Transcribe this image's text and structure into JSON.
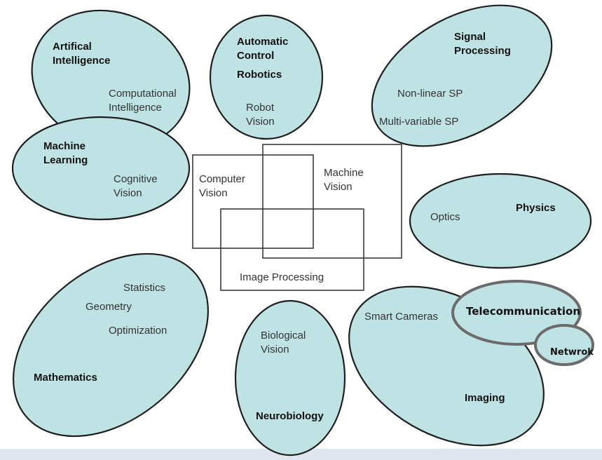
{
  "colors": {
    "ellipse_fill": "#bfe3e4",
    "background": "#ffffff",
    "bottom_strip": "#dfe6ef"
  },
  "central": {
    "computer_vision": [
      "Computer",
      "Vision"
    ],
    "machine_vision": [
      "Machine",
      "Vision"
    ],
    "image_processing": "Image Processing"
  },
  "fields": {
    "ai": {
      "title": [
        "Artifical",
        "Intelligence"
      ],
      "items": [
        "Computational",
        "Intelligence"
      ]
    },
    "control": {
      "title": [
        "Automatic",
        "Control"
      ],
      "subtitle": "Robotics",
      "items": [
        "Robot",
        "Vision"
      ]
    },
    "signal": {
      "title": [
        "Signal",
        "Processing"
      ],
      "items": [
        "Non-linear SP",
        "Multi-variable SP"
      ]
    },
    "ml": {
      "title": [
        "Machine",
        "Learning"
      ],
      "items": [
        "Cognitive",
        "Vision"
      ]
    },
    "physics": {
      "title": "Physics",
      "item": "Optics"
    },
    "math": {
      "title": "Mathematics",
      "items": [
        "Statistics",
        "Geometry",
        "Optimization"
      ]
    },
    "neuro": {
      "title": "Neurobiology",
      "items": [
        "Biological",
        "Vision"
      ]
    },
    "imaging": {
      "title": "Imaging",
      "item": "Smart Cameras"
    },
    "telecom": {
      "title": "Telecommunication"
    },
    "network": {
      "title": "Netwrok"
    }
  }
}
